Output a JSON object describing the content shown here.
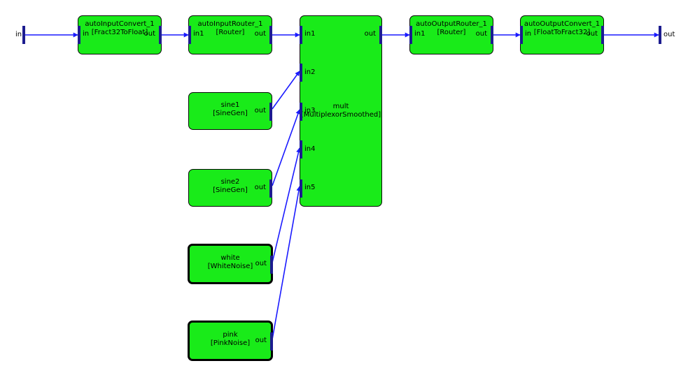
{
  "external_ports": {
    "input": "in",
    "output": "out"
  },
  "blocks": {
    "autoInputConvert": {
      "name": "autoInputConvert_1",
      "type": "[Fract32ToFloat]",
      "port_in": "in",
      "port_out": "out"
    },
    "autoInputRouter": {
      "name": "autoInputRouter_1",
      "type": "[Router]",
      "port_in": "in1",
      "port_out": "out"
    },
    "mult": {
      "name": "mult",
      "type": "[MultiplexorSmoothed]",
      "port_in1": "in1",
      "port_in2": "in2",
      "port_in3": "in3",
      "port_in4": "in4",
      "port_in5": "in5",
      "port_out": "out"
    },
    "autoOutputRouter": {
      "name": "autoOutputRouter_1",
      "type": "[Router]",
      "port_in": "in1",
      "port_out": "out"
    },
    "autoOutputConvert": {
      "name": "autoOutputConvert_1",
      "type": "[FloatToFract32]",
      "port_in": "in",
      "port_out": "out"
    },
    "sine1": {
      "name": "sine1",
      "type": "[SineGen]",
      "port_out": "out"
    },
    "sine2": {
      "name": "sine2",
      "type": "[SineGen]",
      "port_out": "out"
    },
    "white": {
      "name": "white",
      "type": "[WhiteNoise]",
      "port_out": "out"
    },
    "pink": {
      "name": "pink",
      "type": "[PinkNoise]",
      "port_out": "out"
    }
  },
  "colors": {
    "block_fill": "#19eb19",
    "wire": "#1a1aff",
    "port": "#1c1c8f"
  }
}
